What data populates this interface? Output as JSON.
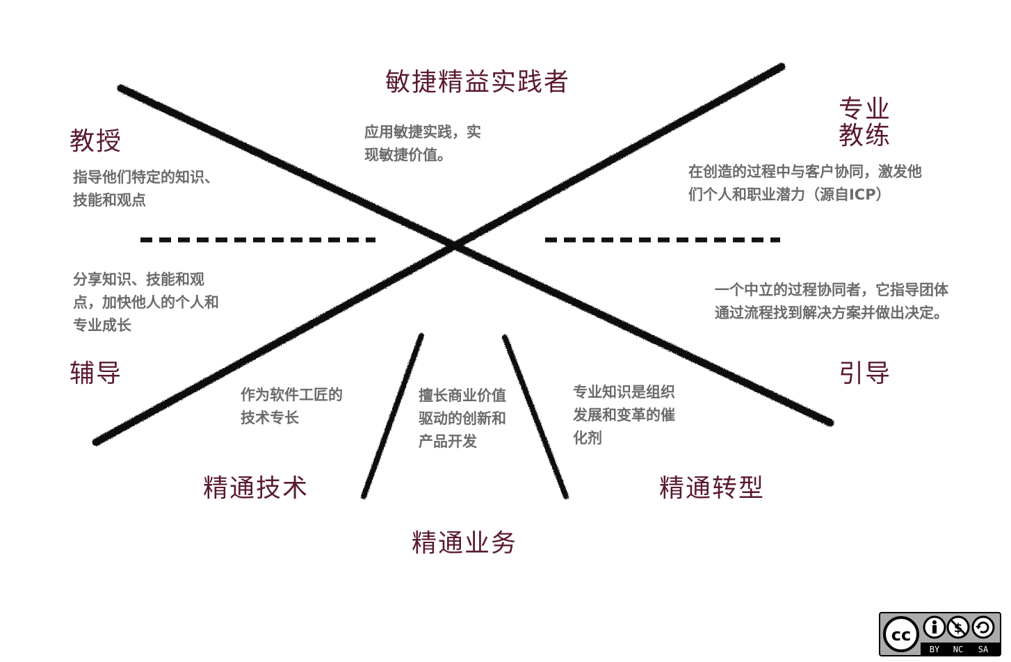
{
  "titles": {
    "top": "敏捷精益实践者",
    "left_top": "教授",
    "right_top_line1": "专业",
    "right_top_line2": "教练",
    "left_bottom": "辅导",
    "right_bottom": "引导",
    "bottom_left": "精通技术",
    "bottom_center": "精通业务",
    "bottom_right": "精通转型"
  },
  "descriptions": {
    "top": "应用敏捷实践，实现敏捷价值。",
    "teach": "指导他们特定的知识、技能和观点",
    "coach": "在创造的过程中与客户协同，激发他们个人和职业潜力（源自ICP）",
    "mentor": "分享知识、技能和观点，加快他人的个人和专业成长",
    "facilitate": "一个中立的过程协同者，它指导团体通过流程找到解决方案并做出决定。",
    "technical": "作为软件工匠的技术专长",
    "business": "擅长商业价值驱动的创新和产品开发",
    "transformation": "专业知识是组织发展和变革的催化剂"
  },
  "license": {
    "cc_label": "cc",
    "by_label": "BY",
    "nc_label": "NC",
    "sa_label": "SA"
  },
  "colors": {
    "title": "#5a1a2e",
    "description": "#6b6b6b",
    "stroke": "#111111"
  }
}
